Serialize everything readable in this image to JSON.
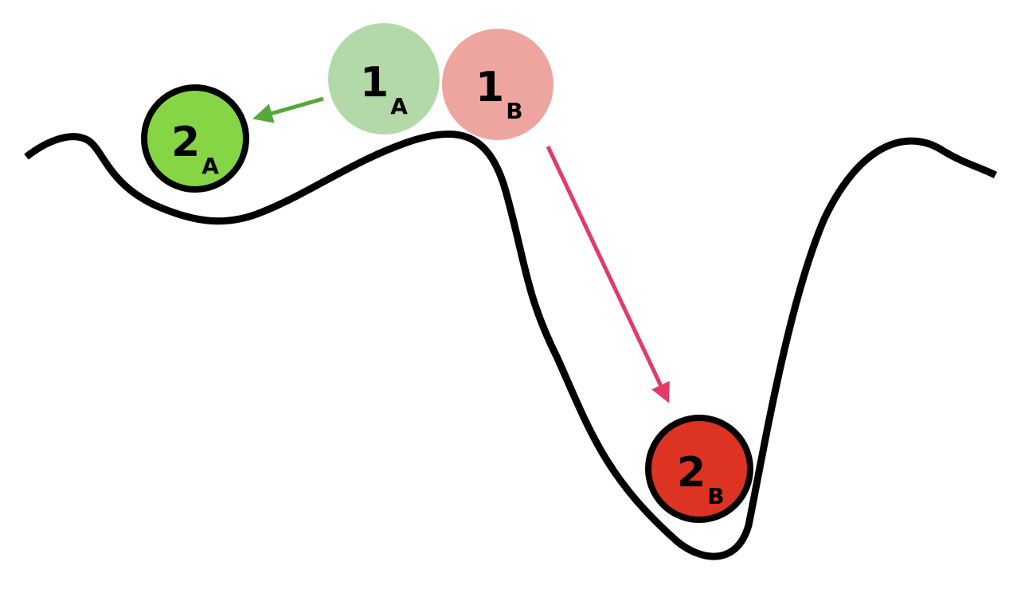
{
  "colors": {
    "background": "#ffffff",
    "curve": "#000000",
    "ball_1a": "#b3d9a8",
    "ball_1b": "#eea59f",
    "ball_2a": "#86d544",
    "ball_2b": "#dd3322",
    "arrow_a": "#55a83a",
    "arrow_b": "#e23a6a"
  },
  "balls": {
    "b1a": {
      "main": "1",
      "sub": "A"
    },
    "b1b": {
      "main": "1",
      "sub": "B"
    },
    "b2a": {
      "main": "2",
      "sub": "A"
    },
    "b2b": {
      "main": "2",
      "sub": "B"
    }
  }
}
